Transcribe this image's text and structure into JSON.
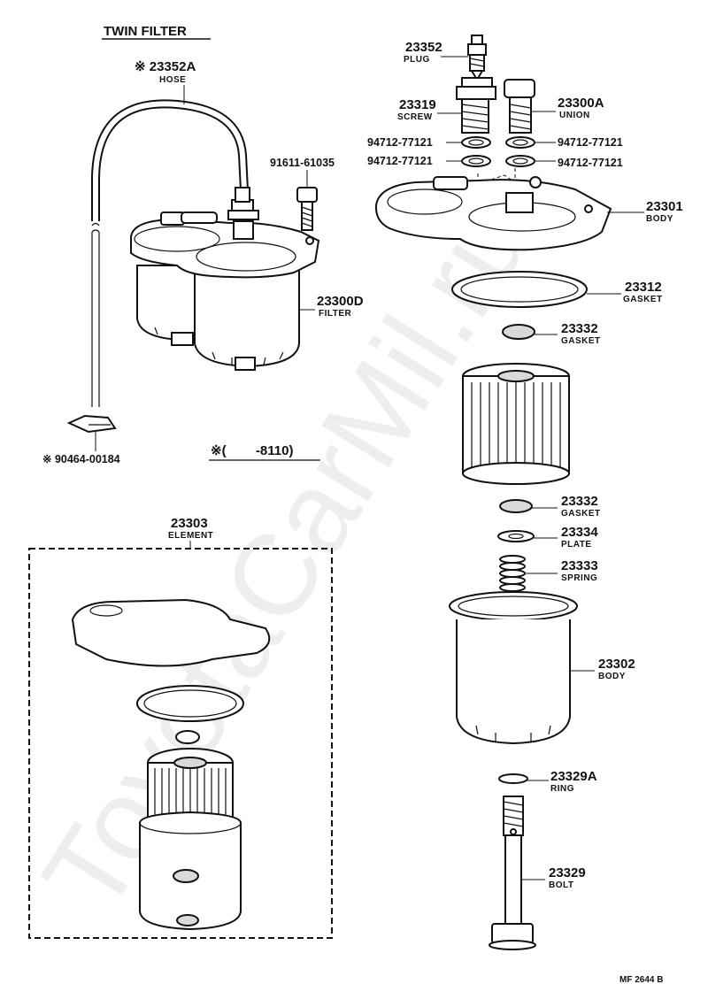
{
  "title": "TWIN FILTER",
  "watermark": "ToyotaCarMil.ru",
  "footer_code": "MF 2644 B",
  "applicability_note": "※(        -8110)",
  "parts": {
    "p23352": {
      "number": "23352",
      "name": "PLUG"
    },
    "p23319": {
      "number": "23319",
      "name": "SCREW"
    },
    "p23300A": {
      "number": "23300A",
      "name": "UNION"
    },
    "w1": {
      "number": "94712-77121"
    },
    "w2": {
      "number": "94712-77121"
    },
    "w3": {
      "number": "94712-77121"
    },
    "w4": {
      "number": "94712-77121"
    },
    "p23301": {
      "number": "23301",
      "name": "BODY"
    },
    "p23312": {
      "number": "23312",
      "name": "GASKET"
    },
    "p23332a": {
      "number": "23332",
      "name": "GASKET"
    },
    "p23332b": {
      "number": "23332",
      "name": "GASKET"
    },
    "p23334": {
      "number": "23334",
      "name": "PLATE"
    },
    "p23333": {
      "number": "23333",
      "name": "SPRING"
    },
    "p23302": {
      "number": "23302",
      "name": "BODY"
    },
    "p23329A": {
      "number": "23329A",
      "name": "RING"
    },
    "p23329": {
      "number": "23329",
      "name": "BOLT"
    },
    "p23352A": {
      "number": "※ 23352A",
      "name": "HOSE"
    },
    "p91611": {
      "number": "91611-61035"
    },
    "p23300D": {
      "number": "23300D",
      "name": "FILTER"
    },
    "p90464": {
      "number": "※ 90464-00184"
    },
    "p23303": {
      "number": "23303",
      "name": "ELEMENT"
    }
  }
}
